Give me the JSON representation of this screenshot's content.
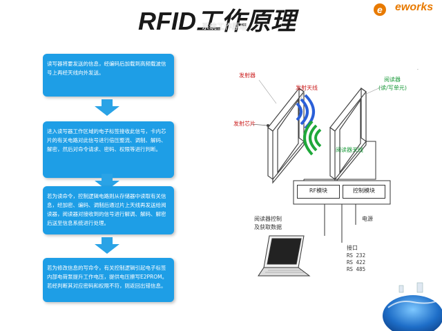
{
  "header": {
    "title": "RFID工作原理",
    "subtitle": "系统工作原理",
    "logo_text": "eworks"
  },
  "steps": [
    "读写器将要发送的信息，经编码后加载到高频载波信号上再经天线向外发送。",
    "进入读写器工作区域的电子标签接收此信号，卡内芯片的有关电路对此信号进行倍压整流、调制、解码、解密，然后对命令请求、密码、权限等进行判断。",
    "若为读命令，控制逻辑电路则从存储器中读取有关信息，经加密、编码、调制后通过片上天线再发送给阅读器，阅读器对接收到的信号进行解调、解码、解密后送至信息系统进行处理。",
    "若为修改信息的写命令，有关控制逻辑引起电子标签内部电荷泵提升工作电压，提供电压擦写E2PROM。若经判断其对应密码和权限不符，则返回出错信息。"
  ],
  "diagram": {
    "transmitter_label": "发射器",
    "transmit_antenna_label": "发射天线",
    "transmit_chip_label": "发射芯片",
    "reader_label": "阅读器",
    "reader_sub_label": "(读/写单元)",
    "reader_antenna_label": "阅读器天线",
    "rf_module_label": "RF模块",
    "control_module_label": "控制模块",
    "power_label": "电源",
    "reader_control_label_1": "阅读器控制",
    "reader_control_label_2": "及获取数据",
    "interface_label": "接口",
    "interface_items": [
      "RS 232",
      "RS 422",
      "RS 485"
    ]
  },
  "colors": {
    "step_fill": "#1e9ee6",
    "wave_blue": "#2a5fd8",
    "wave_green": "#1fa83a",
    "label_red": "#cc2222",
    "label_green": "#1a9a3a"
  }
}
